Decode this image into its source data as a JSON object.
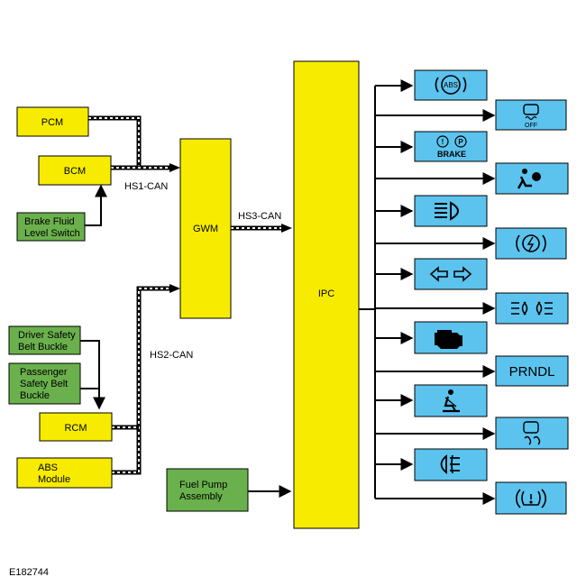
{
  "modules": {
    "pcm": "PCM",
    "bcm": "BCM",
    "brake_fluid": [
      "Brake Fluid",
      "Level Switch"
    ],
    "driver_belt": [
      "Driver Safety",
      "Belt Buckle"
    ],
    "passenger_belt": [
      "Passenger",
      "Safety Belt",
      "Buckle"
    ],
    "rcm": "RCM",
    "abs_module": [
      "ABS",
      "Module"
    ],
    "gwm": "GWM",
    "fuel_pump": [
      "Fuel Pump",
      "Assembly"
    ],
    "ipc": "IPC"
  },
  "networks": {
    "hs1": "HS1-CAN",
    "hs2": "HS2-CAN",
    "hs3": "HS3-CAN"
  },
  "indicators": [
    {
      "name": "abs-warning-icon",
      "text": "(ABS)"
    },
    {
      "name": "traction-control-off-icon",
      "text": "OFF"
    },
    {
      "name": "brake-warning-icon",
      "text": "BRAKE"
    },
    {
      "name": "airbag-warning-icon",
      "text": ""
    },
    {
      "name": "high-beam-icon",
      "text": ""
    },
    {
      "name": "electric-park-brake-icon",
      "text": ""
    },
    {
      "name": "turn-signal-icon",
      "text": ""
    },
    {
      "name": "parking-lamp-icon",
      "text": ""
    },
    {
      "name": "check-engine-icon",
      "text": ""
    },
    {
      "name": "prndl-indicator",
      "text": "PRNDL"
    },
    {
      "name": "seat-belt-warning-icon",
      "text": ""
    },
    {
      "name": "stability-control-icon",
      "text": ""
    },
    {
      "name": "rear-fog-lamp-icon",
      "text": ""
    },
    {
      "name": "tire-pressure-icon",
      "text": ""
    }
  ],
  "figure_id": "E182744",
  "colors": {
    "module_yellow": "#f7ec00",
    "switch_green": "#6ab04c",
    "indicator_blue": "#5bc3ee",
    "line": "#000000"
  }
}
